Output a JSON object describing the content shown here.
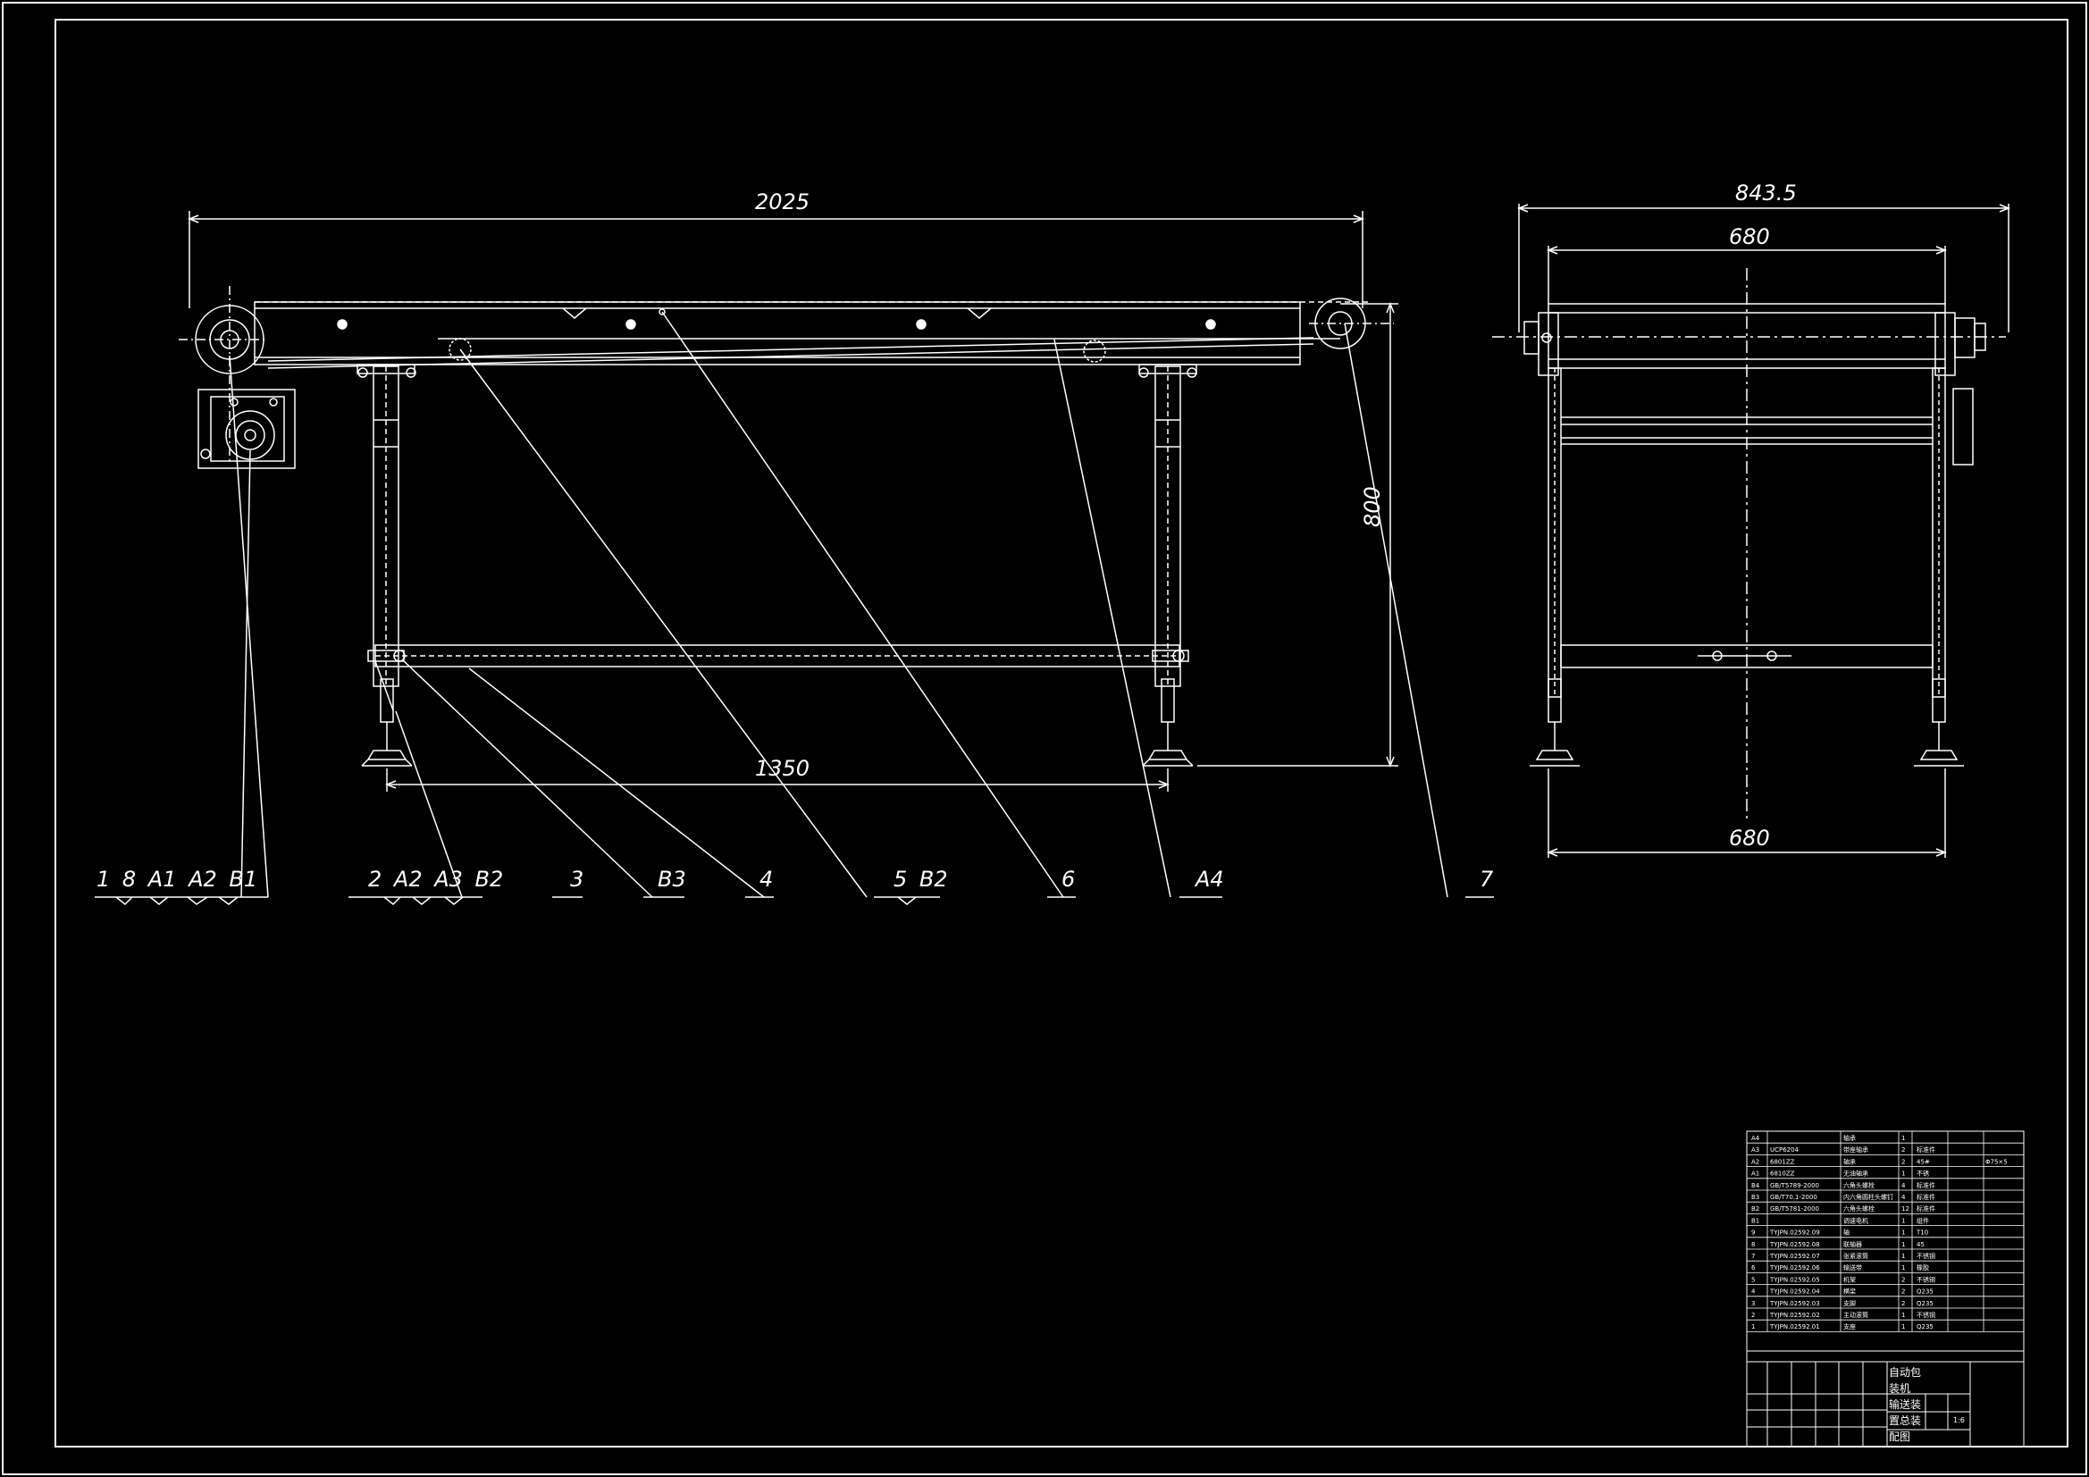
{
  "dimensions": {
    "overall_length": "2025",
    "height": "800",
    "leg_span": "1350",
    "side_overall_width": "843.5",
    "side_top_width": "680",
    "side_bottom_width": "680"
  },
  "callouts": [
    {
      "label": "1 8 A1 A2 B1"
    },
    {
      "label": "2 A2 A3 B2"
    },
    {
      "label": "3"
    },
    {
      "label": "B3"
    },
    {
      "label": "4"
    },
    {
      "label": "5 B2"
    },
    {
      "label": "6"
    },
    {
      "label": "A4"
    },
    {
      "label": "7"
    }
  ],
  "title_block": {
    "bom_rows": [
      {
        "no": "A4",
        "code": "",
        "name": "轴承",
        "qty": "1",
        "material": "",
        "note": ""
      },
      {
        "no": "A3",
        "code": "UCP6204",
        "name": "带座轴承",
        "qty": "2",
        "material": "标准件",
        "note": ""
      },
      {
        "no": "A2",
        "code": "6801ZZ",
        "name": "轴承",
        "qty": "2",
        "material": "45#",
        "note": "Φ75×5"
      },
      {
        "no": "A1",
        "code": "6810ZZ",
        "name": "无油轴承",
        "qty": "1",
        "material": "不锈",
        "note": ""
      },
      {
        "no": "B4",
        "code": "GB/T5789-2000",
        "name": "六角头螺栓",
        "qty": "4",
        "material": "标准件",
        "note": ""
      },
      {
        "no": "B3",
        "code": "GB/T70.1-2000",
        "name": "内六角圆柱头螺钉",
        "qty": "4",
        "material": "标准件",
        "note": ""
      },
      {
        "no": "B2",
        "code": "GB/T5781-2000",
        "name": "六角头螺栓",
        "qty": "12",
        "material": "标准件",
        "note": ""
      },
      {
        "no": "B1",
        "code": "",
        "name": "调速电机",
        "qty": "1",
        "material": "组件",
        "note": ""
      },
      {
        "no": "9",
        "code": "TYJPN.02592.09",
        "name": "轴",
        "qty": "1",
        "material": "T10",
        "note": ""
      },
      {
        "no": "8",
        "code": "TYJPN.02592.08",
        "name": "联轴器",
        "qty": "1",
        "material": "45",
        "note": ""
      },
      {
        "no": "7",
        "code": "TYJPN.02592.07",
        "name": "张紧滚筒",
        "qty": "1",
        "material": "不锈钢",
        "note": ""
      },
      {
        "no": "6",
        "code": "TYJPN.02592.06",
        "name": "输送带",
        "qty": "1",
        "material": "橡胶",
        "note": ""
      },
      {
        "no": "5",
        "code": "TYJPN.02592.05",
        "name": "机架",
        "qty": "2",
        "material": "不锈钢",
        "note": ""
      },
      {
        "no": "4",
        "code": "TYJPN.02592.04",
        "name": "横梁",
        "qty": "2",
        "material": "Q235",
        "note": ""
      },
      {
        "no": "3",
        "code": "TYJPN.02592.03",
        "name": "支脚",
        "qty": "2",
        "material": "Q235",
        "note": ""
      },
      {
        "no": "2",
        "code": "TYJPN.02592.02",
        "name": "主动滚筒",
        "qty": "1",
        "material": "不锈钢",
        "note": ""
      },
      {
        "no": "1",
        "code": "TYJPN.02592.01",
        "name": "支座",
        "qty": "1",
        "material": "Q235",
        "note": ""
      }
    ],
    "drawing_title": [
      "自动包",
      "装机",
      "输送装",
      "置总装",
      "配图"
    ],
    "scale": "1:6"
  }
}
